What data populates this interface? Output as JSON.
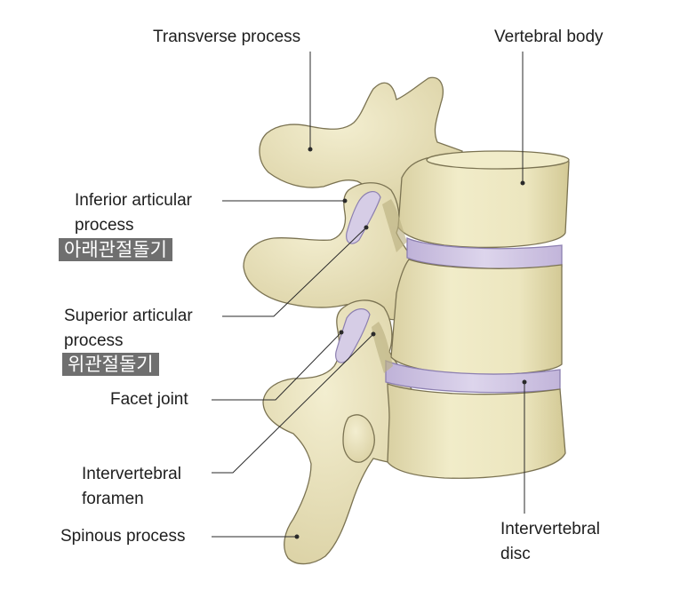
{
  "labels": {
    "transverse_process": "Transverse process",
    "vertebral_body": "Vertebral body",
    "inferior_articular_1": "Inferior articular",
    "inferior_articular_2": "process",
    "inferior_articular_ko": "아래관절돌기",
    "superior_articular_1": "Superior articular",
    "superior_articular_2": "process",
    "superior_articular_ko": "위관절돌기",
    "facet_joint": "Facet joint",
    "intervertebral_foramen_1": "Intervertebral",
    "intervertebral_foramen_2": "foramen",
    "spinous_process": "Spinous process",
    "intervertebral_disc_1": "Intervertebral",
    "intervertebral_disc_2": "disc"
  },
  "colors": {
    "bone": "#ece6bf",
    "bone_shadow": "#cfc594",
    "bone_outline": "#7b7352",
    "disc": "#cfc5e0",
    "disc_line": "#a99bc4",
    "leader": "#2a2a2a",
    "korean_badge": "#6f6f6f"
  }
}
